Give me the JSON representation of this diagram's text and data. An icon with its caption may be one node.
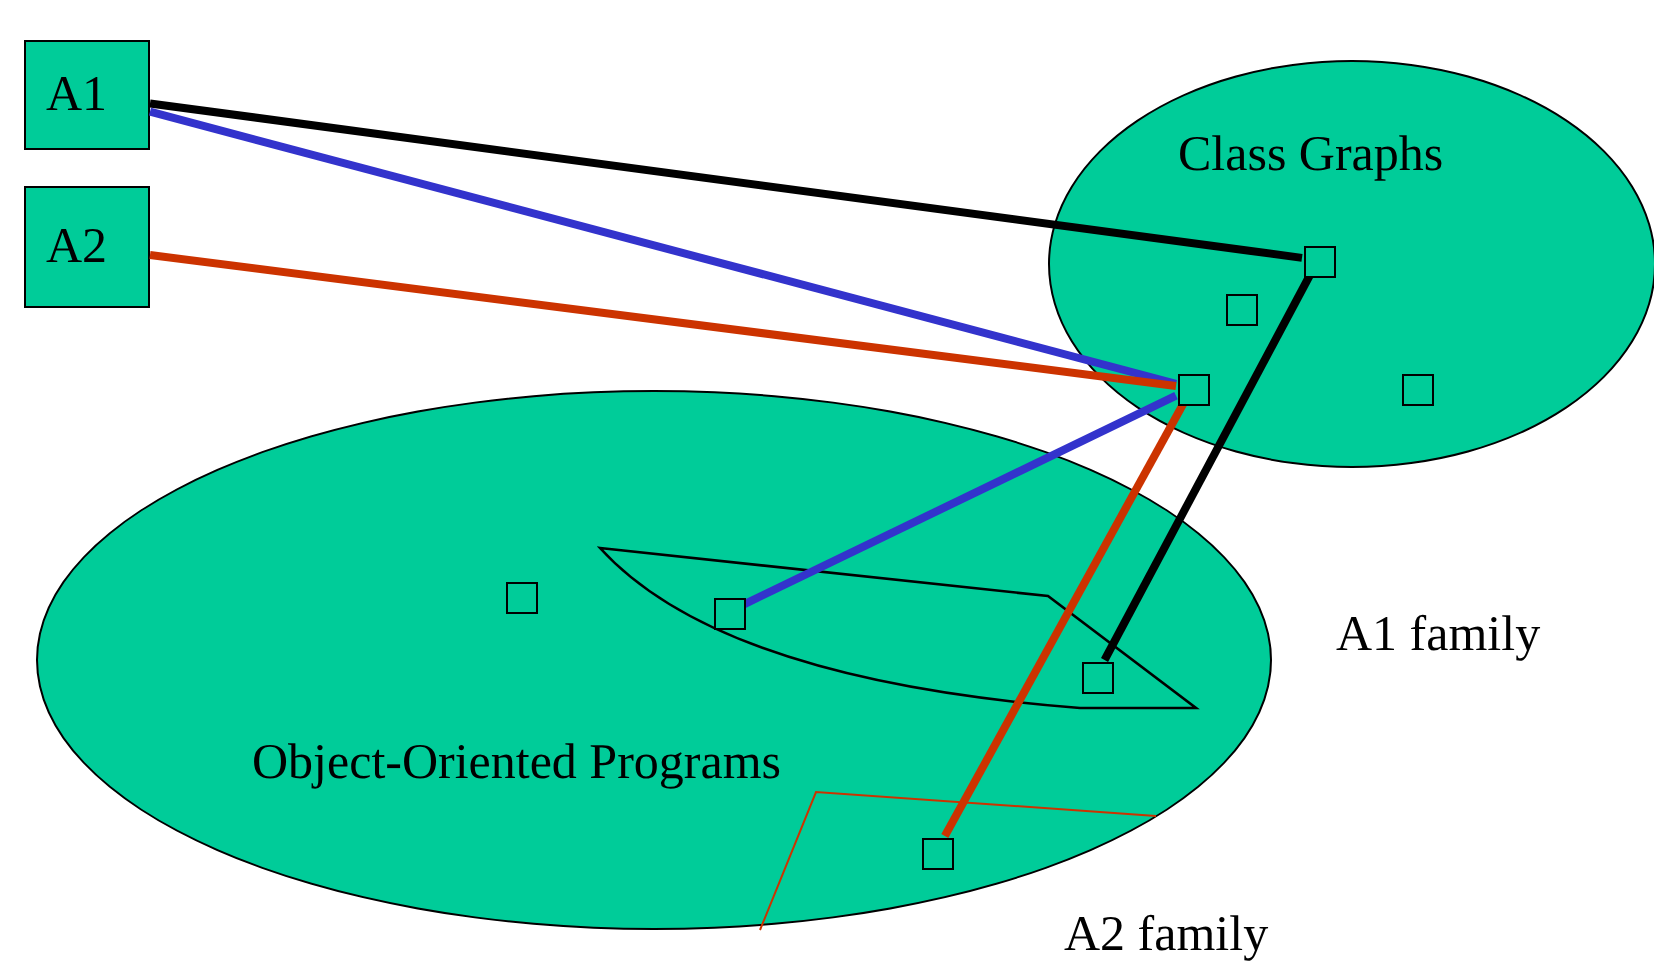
{
  "diagram": {
    "nodes": [
      {
        "text": [
          "A1"
        ]
      },
      {
        "text": [
          "A2"
        ]
      },
      {
        "text": [
          "Class Graphs"
        ]
      },
      {
        "text": [],
        "shape": "box",
        "in": 2
      },
      {
        "text": [],
        "shape": "box",
        "in": 2
      },
      {
        "text": [],
        "shape": "box",
        "in": 2
      },
      {
        "text": [],
        "shape": "box",
        "in": 2
      },
      {
        "text": [
          "Object-Oriented Programs"
        ]
      },
      {
        "text": [],
        "shape": "box",
        "in": 7
      },
      {
        "text": [],
        "shape": "box",
        "in": 7
      },
      {
        "text": [],
        "shape": "box",
        "in": 7
      },
      {
        "text": [],
        "shape": "box",
        "in": 7
      }
    ],
    "edges": [
      {
        "from": 0,
        "to": 3,
        "arrow": "none",
        "color": "#000000"
      },
      {
        "from": 3,
        "to": 10,
        "arrow": "none",
        "color": "#000000"
      },
      {
        "from": 0,
        "to": 5,
        "arrow": "none",
        "color": "#3333cc"
      },
      {
        "from": 5,
        "to": 9,
        "arrow": "none",
        "color": "#3333cc"
      },
      {
        "from": 1,
        "to": 5,
        "arrow": "none",
        "color": "#cc3300"
      },
      {
        "from": 5,
        "to": 11,
        "arrow": "none",
        "color": "#cc3300"
      }
    ],
    "labels": [
      "A1 family",
      "A2 family"
    ]
  }
}
